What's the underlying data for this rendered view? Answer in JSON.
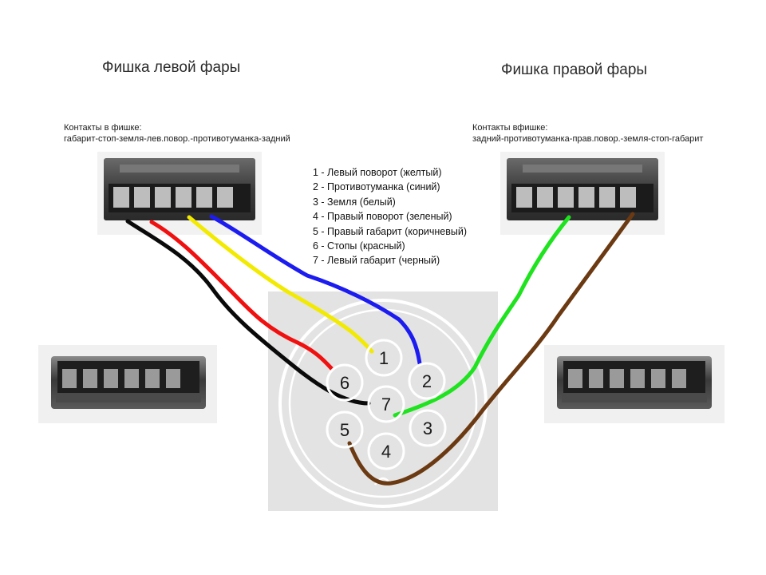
{
  "titles": {
    "left": "Фишка левой фары",
    "right": "Фишка правой фары"
  },
  "notes": {
    "left": {
      "heading": "Контакты в фишке:",
      "order": "габарит-стоп-земля-лев.повор.-противотуманка-задний"
    },
    "right": {
      "heading": "Контакты вфишке:",
      "order": "задний-противотуманка-прав.повор.-земля-стоп-габарит"
    }
  },
  "legend": [
    "1 - Левый поворот (желтый)",
    "2 - Противотуманка (синий)",
    "3 - Земля (белый)",
    "4 - Правый поворот (зеленый)",
    "5 - Правый габарит (коричневый)",
    "6 - Стопы (красный)",
    "7 - Левый габарит (черный)"
  ],
  "pins": [
    "1",
    "2",
    "3",
    "4",
    "5",
    "6",
    "7"
  ],
  "wire_colors": {
    "yellow": "#f2ea00",
    "blue": "#1c1cf0",
    "green": "#1fe31f",
    "brown": "#6b3a12",
    "red": "#f01010",
    "black": "#0a0a0a"
  }
}
